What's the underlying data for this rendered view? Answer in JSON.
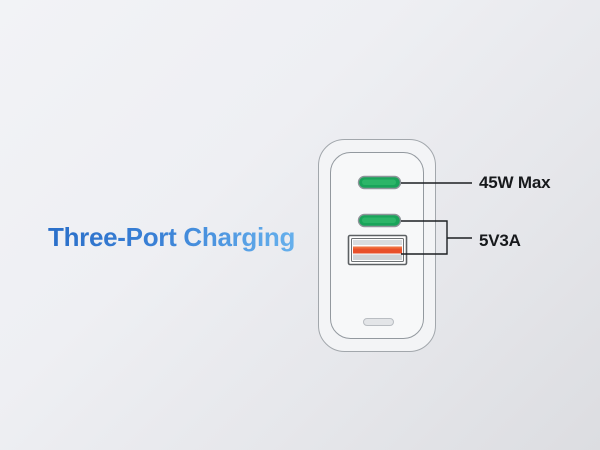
{
  "page": {
    "title": "Three-Port Charging",
    "background_from": "#f2f3f6",
    "background_to": "#dcdde1"
  },
  "headline": {
    "text": "Three-Port Charging",
    "color_from": "#2a6fc9",
    "color_to": "#66b0ec"
  },
  "product": {
    "name": "three-port wall charger",
    "body_outline_color": "#9aa0a6",
    "face_outline_color": "#8f959b",
    "ports": [
      {
        "id": "usb-c-top",
        "type": "USB-C",
        "color": "#19a45a",
        "outline": "#8d9499",
        "rating": "45W Max"
      },
      {
        "id": "usb-c-middle",
        "type": "USB-C",
        "color": "#19a45a",
        "outline": "#8d9499",
        "rating": "5V3A"
      },
      {
        "id": "usb-a-bottom",
        "type": "USB-A",
        "color": "#e8502a",
        "outline": "#5c6063",
        "rating": "5V3A"
      }
    ],
    "indicator": {
      "id": "led-indicator",
      "color": "#e3e5e8",
      "outline": "#b9bdc2"
    }
  },
  "callouts": [
    {
      "id": "callout-45w",
      "label": "45W Max",
      "target": "usb-c-top",
      "leader": "straight-line"
    },
    {
      "id": "callout-5v3a",
      "label": "5V3A",
      "target": "usb-c-middle + usb-a-bottom",
      "leader": "bracket"
    }
  ],
  "leader_line_color": "#1c1f22"
}
